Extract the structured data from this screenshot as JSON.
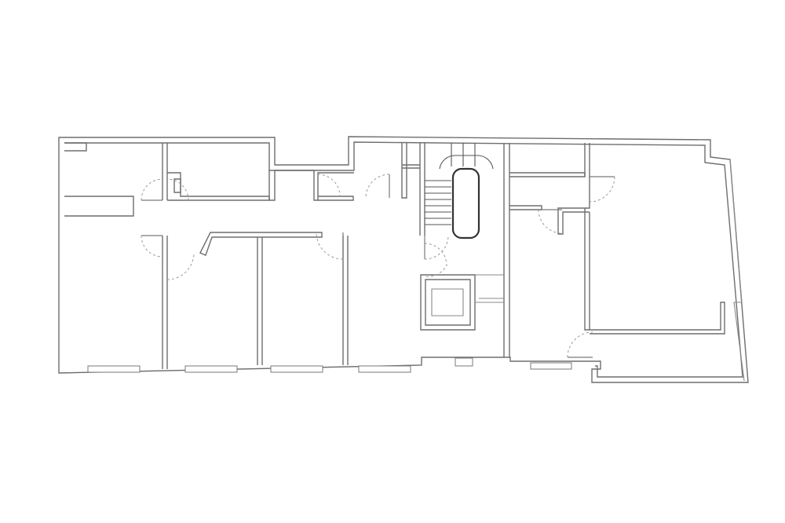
{
  "diagram": {
    "type": "floor-plan",
    "colors": {
      "background": "#ffffff",
      "wall": "#6e6e6e",
      "door_swing": "#9a9a9a",
      "stair_rail": "#333333"
    },
    "counts": {
      "doors": 10,
      "windows": 6,
      "stair_treads": 8
    }
  }
}
